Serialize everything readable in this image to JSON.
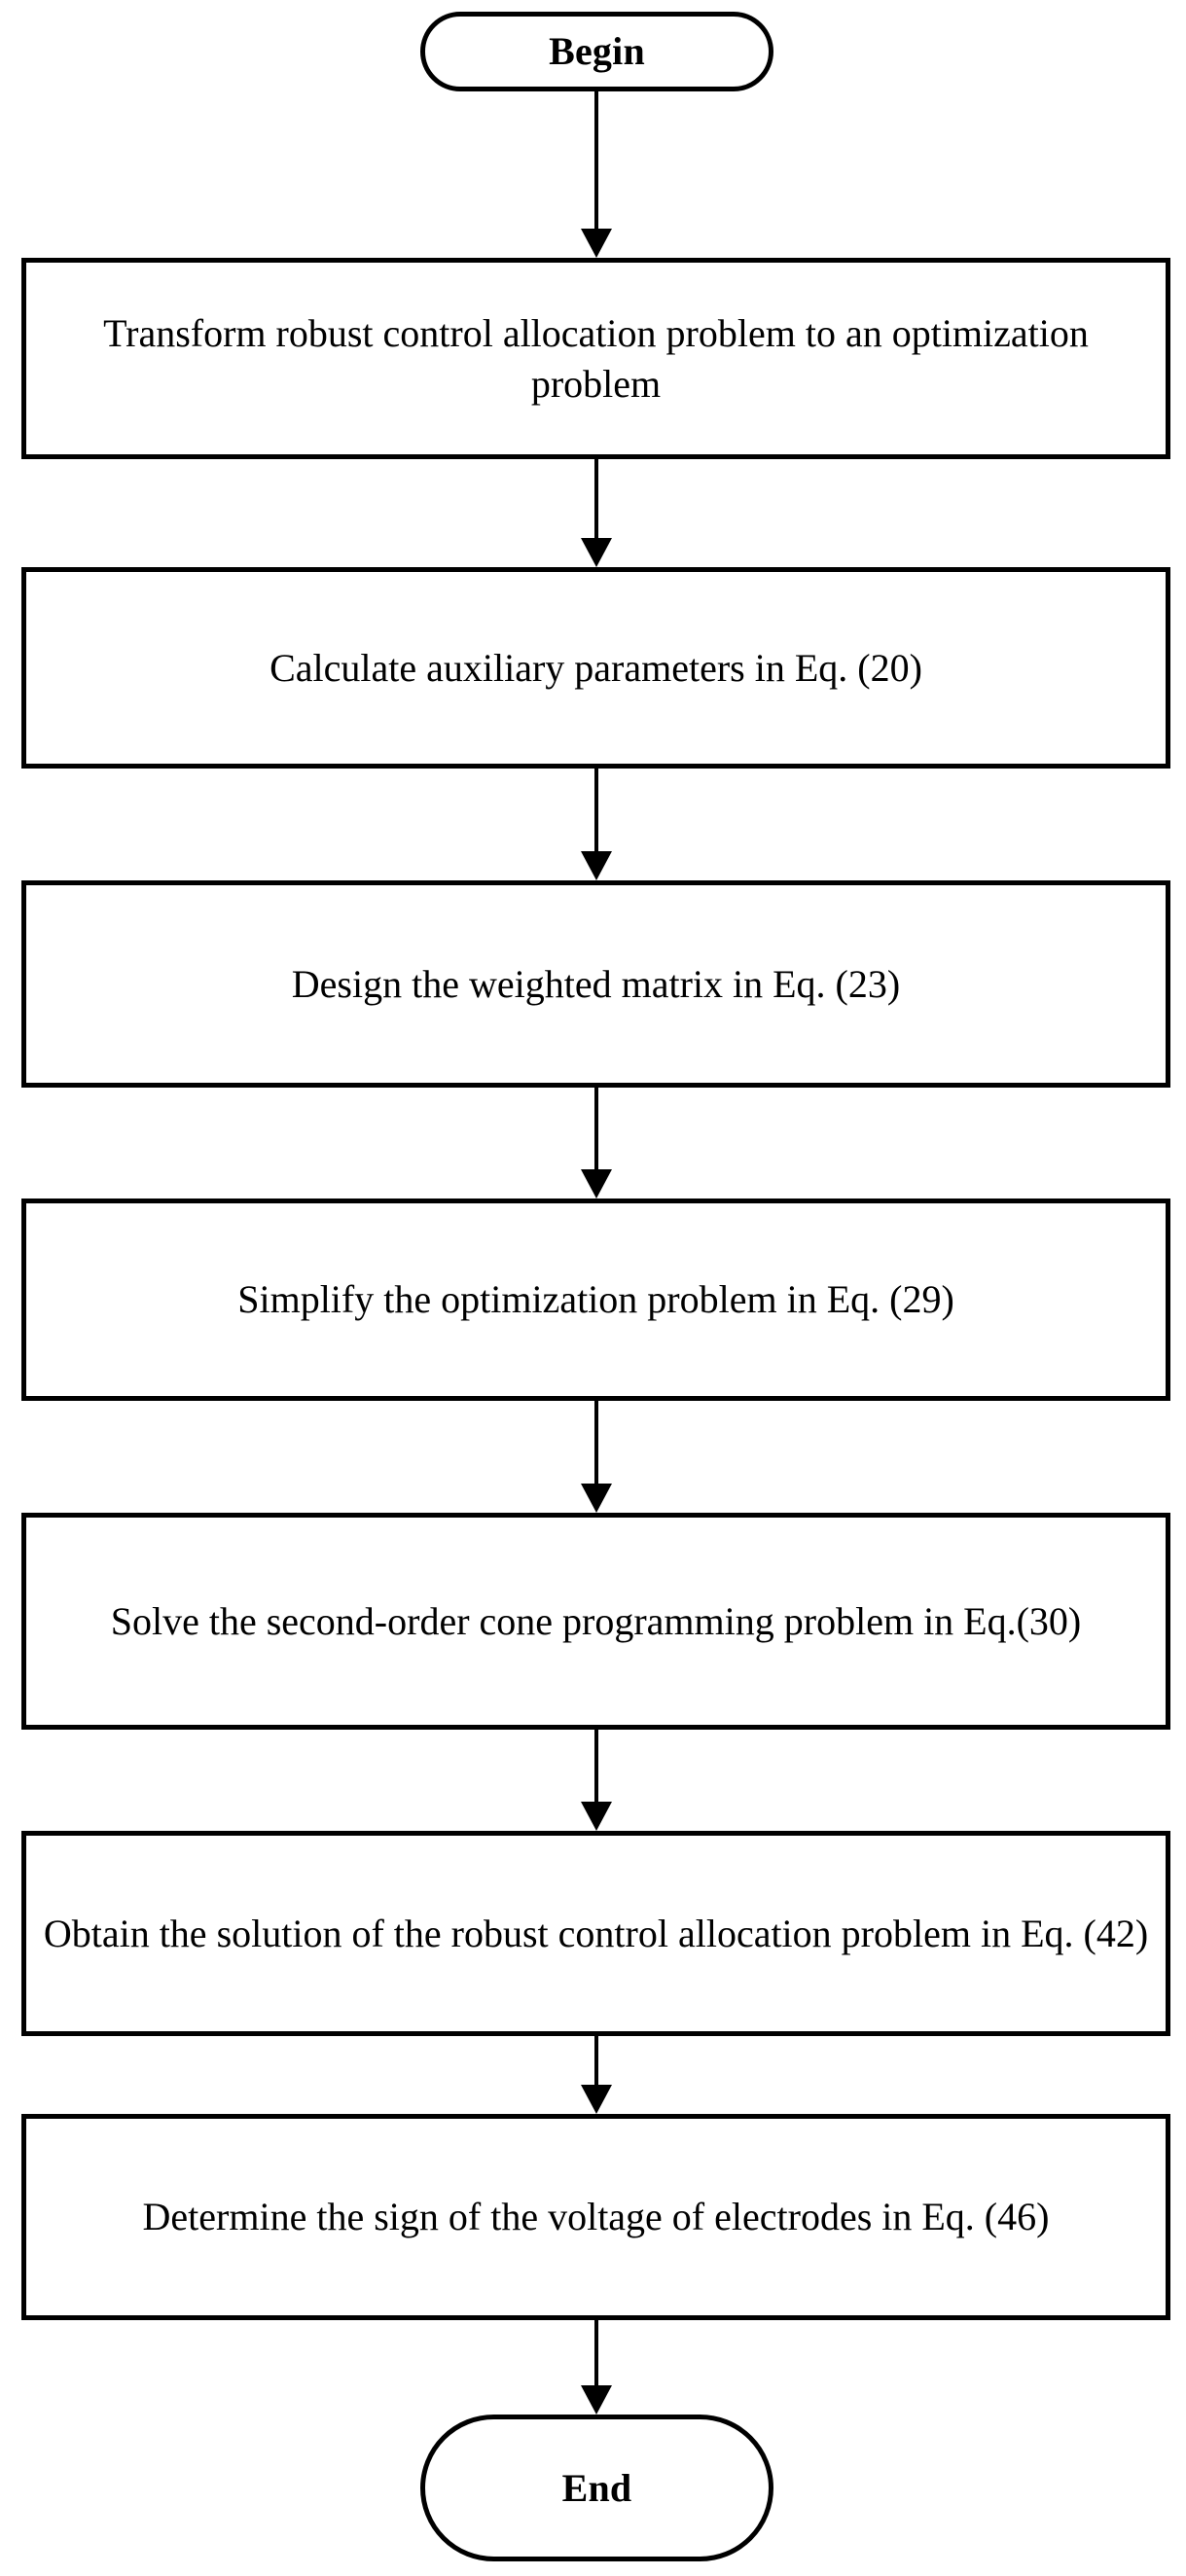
{
  "diagram": {
    "title": "Robust control allocation algorithm flowchart",
    "background_color": "#ffffff",
    "line_color": "#000000",
    "text_color": "#000000",
    "nodes": [
      {
        "id": "begin",
        "type": "terminator",
        "label": "Begin"
      },
      {
        "id": "step1",
        "type": "process",
        "label": "Transform robust control allocation problem to an optimization problem"
      },
      {
        "id": "step2",
        "type": "process",
        "label": "Calculate auxiliary parameters in Eq. (20)"
      },
      {
        "id": "step3",
        "type": "process",
        "label": "Design the weighted matrix in Eq. (23)"
      },
      {
        "id": "step4",
        "type": "process",
        "label": "Simplify the optimization problem in Eq. (29)"
      },
      {
        "id": "step5",
        "type": "process",
        "label": "Solve the second-order cone programming problem in Eq.(30)"
      },
      {
        "id": "step6",
        "type": "process",
        "label": "Obtain the solution of the robust control allocation problem in Eq. (42)"
      },
      {
        "id": "step7",
        "type": "process",
        "label": "Determine the sign of the voltage of electrodes in Eq. (46)"
      },
      {
        "id": "end",
        "type": "terminator",
        "label": "End"
      }
    ],
    "edges": [
      {
        "from": "begin",
        "to": "step1",
        "arrow": "down"
      },
      {
        "from": "step1",
        "to": "step2",
        "arrow": "down"
      },
      {
        "from": "step2",
        "to": "step3",
        "arrow": "down"
      },
      {
        "from": "step3",
        "to": "step4",
        "arrow": "down"
      },
      {
        "from": "step4",
        "to": "step5",
        "arrow": "down"
      },
      {
        "from": "step5",
        "to": "step6",
        "arrow": "down"
      },
      {
        "from": "step6",
        "to": "step7",
        "arrow": "down"
      },
      {
        "from": "step7",
        "to": "end",
        "arrow": "down"
      }
    ]
  }
}
